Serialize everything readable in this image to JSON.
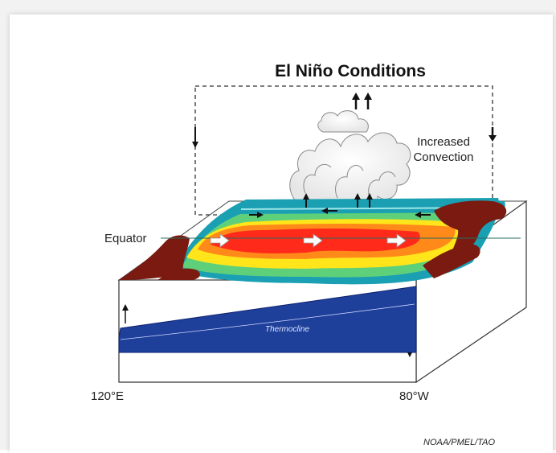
{
  "diagram": {
    "title": "El Niño Conditions",
    "labels": {
      "convection_line1": "Increased",
      "convection_line2": "Convection",
      "equator": "Equator",
      "longitude_west": "120°E",
      "longitude_east": "80°W",
      "thermocline": "Thermocline",
      "credit": "NOAA/PMEL/TAO"
    },
    "colors": {
      "warmest_sst": "#ff2a1a",
      "warm_sst": "#ff8a1a",
      "mild_sst": "#ffe51a",
      "cool_sst": "#5fd07a",
      "coolest_sst": "#1a9fb3",
      "land": "#7a1a10",
      "deep_ocean": "#1e3f9a",
      "wind_arrow": "#111111"
    },
    "icons": [
      "cloud-icon",
      "arrow-up-icon",
      "arrow-down-icon",
      "arrow-right-icon",
      "arrow-left-icon"
    ]
  }
}
